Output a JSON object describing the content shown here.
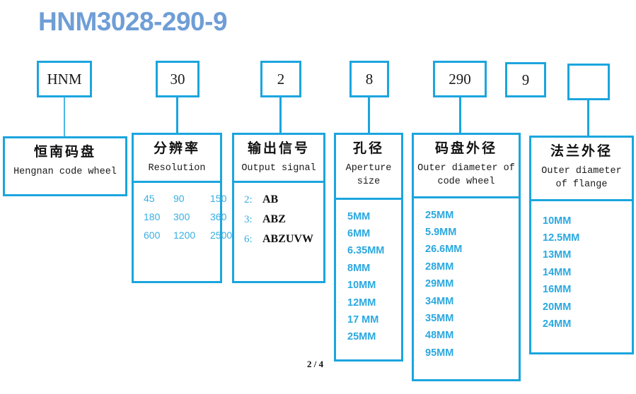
{
  "title": "HNM3028-290-9",
  "page_number": "2 / 4",
  "colors": {
    "accent": "#1ba5de",
    "list_text": "#2aa8e0",
    "title_text": "#6f9ed6",
    "dark_text": "#111111"
  },
  "code_boxes": [
    {
      "value": "HNM"
    },
    {
      "value": "30"
    },
    {
      "value": "2"
    },
    {
      "value": "8"
    },
    {
      "value": "290"
    },
    {
      "value": "9"
    },
    {
      "value": ""
    }
  ],
  "panels": [
    {
      "cn": "恒南码盘",
      "en": "Hengnan code wheel",
      "values": []
    },
    {
      "cn": "分辨率",
      "en": "Resolution",
      "values": [
        "45",
        "90",
        "150",
        "180",
        "300",
        "360",
        "600",
        "1200",
        "2500"
      ]
    },
    {
      "cn": "输出信号",
      "en": "Output signal",
      "signals": [
        {
          "code": "2:",
          "name": "AB"
        },
        {
          "code": "3:",
          "name": "ABZ"
        },
        {
          "code": "6:",
          "name": "ABZUVW"
        }
      ]
    },
    {
      "cn": "孔径",
      "en": "Aperture size",
      "values": [
        "5MM",
        "6MM",
        "6.35MM",
        "8MM",
        "10MM",
        "12MM",
        "17 MM",
        "25MM"
      ]
    },
    {
      "cn": "码盘外径",
      "en": "Outer diameter of code wheel",
      "values": [
        "25MM",
        "5.9MM",
        "26.6MM",
        "28MM",
        "29MM",
        "34MM",
        "35MM",
        "48MM",
        "95MM"
      ]
    },
    {
      "cn": "法兰外径",
      "en": "Outer diameter of flange",
      "values": [
        "10MM",
        "12.5MM",
        "13MM",
        "14MM",
        "16MM",
        "20MM",
        "24MM"
      ]
    }
  ]
}
